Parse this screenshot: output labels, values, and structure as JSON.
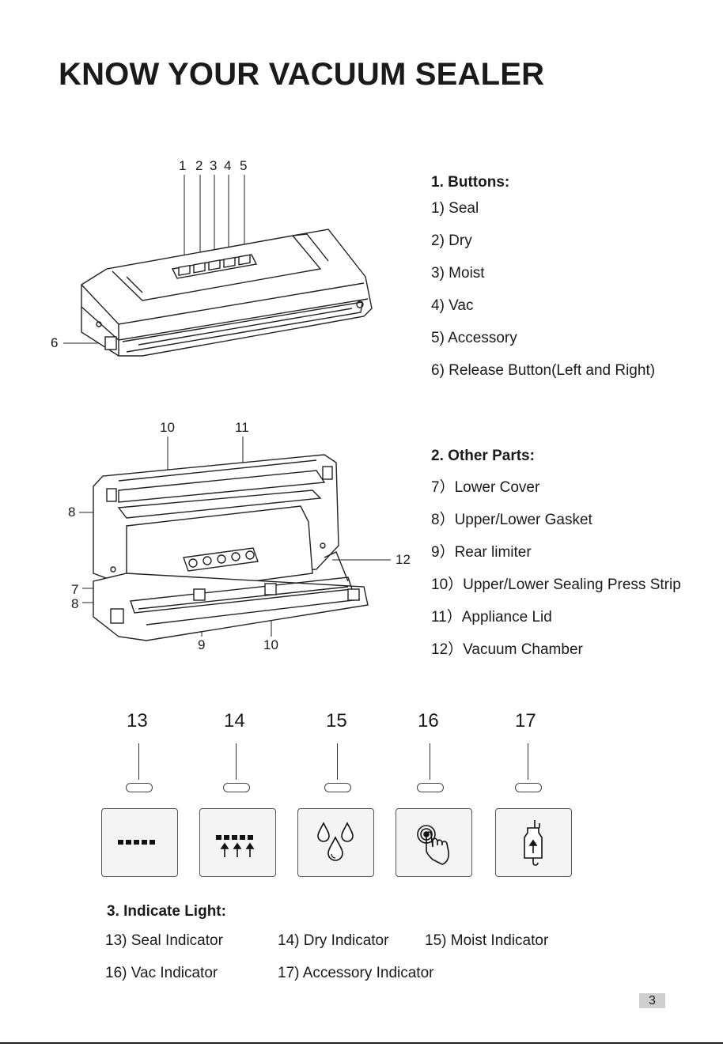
{
  "page": {
    "title": "KNOW YOUR VACUUM SEALER",
    "page_number": "3"
  },
  "buttons_section": {
    "heading": "1.  Buttons:",
    "items": [
      "1) Seal",
      "2) Dry",
      "3) Moist",
      "4) Vac",
      "5) Accessory",
      "6) Release Button(Left and Right)"
    ]
  },
  "other_parts_section": {
    "heading": "2. Other Parts:",
    "items": [
      "7）Lower Cover",
      "8）Upper/Lower Gasket",
      "9）Rear limiter",
      "10）Upper/Lower Sealing Press Strip",
      "11）Appliance Lid",
      "12）Vacuum Chamber"
    ]
  },
  "diagram1_callouts": [
    "1",
    "2",
    "3",
    "4",
    "5",
    "6"
  ],
  "diagram2_callouts": {
    "top_10": "10",
    "top_11": "11",
    "left_8a": "8",
    "right_12": "12",
    "left_7": "7",
    "left_8b": "8",
    "bottom_9": "9",
    "bottom_10": "10"
  },
  "indicators": {
    "numbers": [
      "13",
      "14",
      "15",
      "16",
      "17"
    ],
    "icons": [
      "seal-dashes-icon",
      "dry-dashes-arrows-icon",
      "water-drops-icon",
      "touch-hand-icon",
      "accessory-plug-icon"
    ]
  },
  "indicate_light_section": {
    "heading": "3. Indicate Light:",
    "labels": [
      "13)  Seal Indicator",
      "14)  Dry Indicator",
      "15)  Moist Indicator",
      "16)  Vac Indicator",
      "17) Accessory Indicator"
    ]
  }
}
